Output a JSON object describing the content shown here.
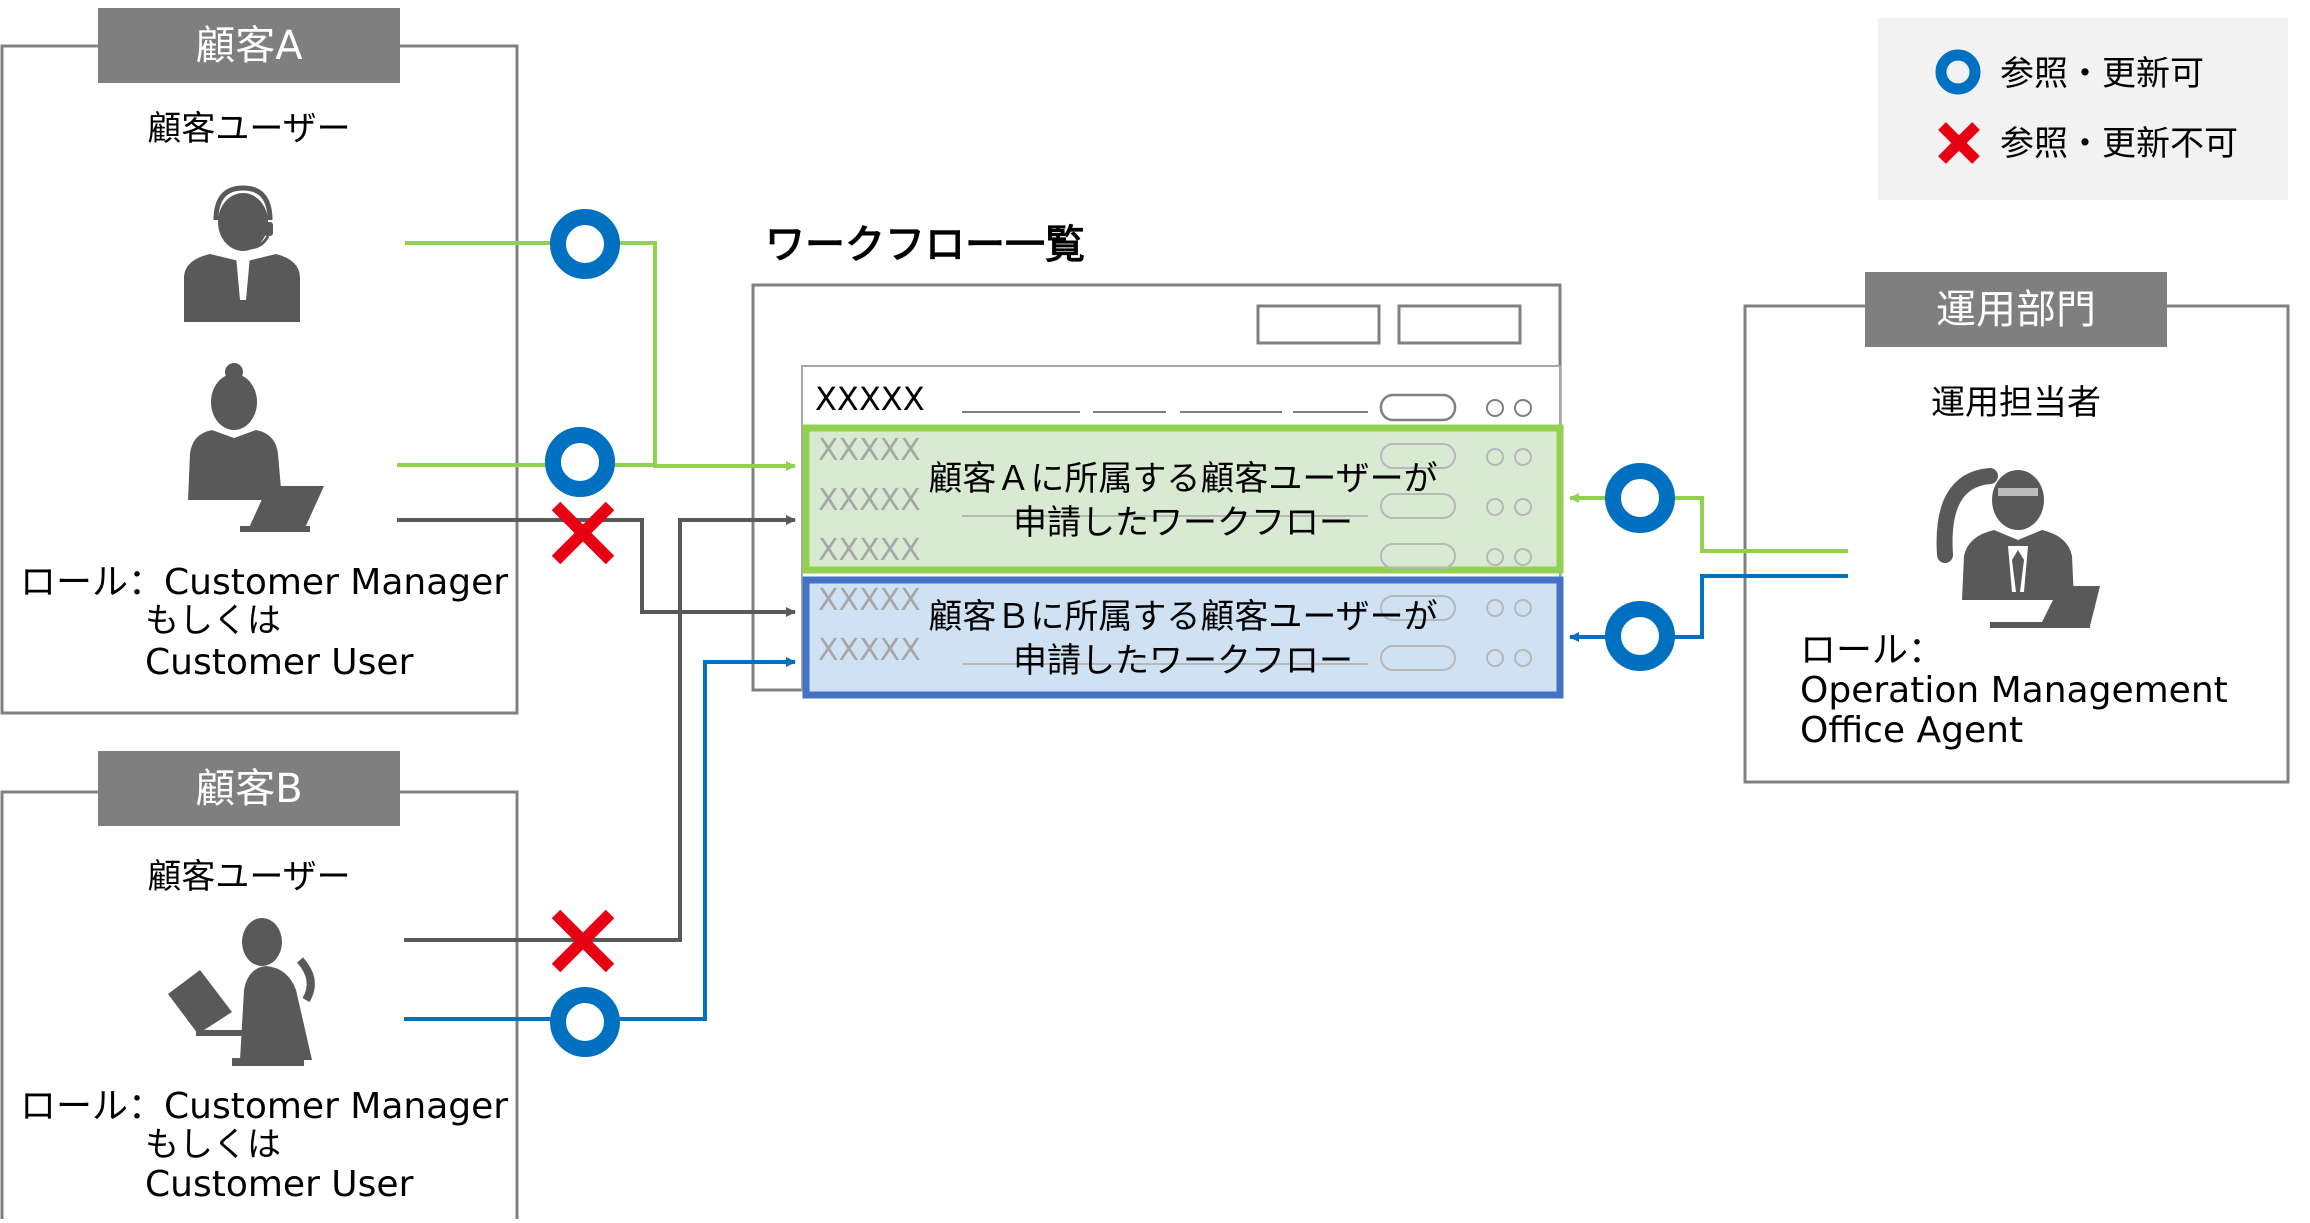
{
  "legend": {
    "ok_label": "参照・更新可",
    "ng_label": "参照・更新不可"
  },
  "customer_a": {
    "tab": "顧客A",
    "user_label": "顧客ユーザー",
    "role_line1": "ロール：Customer Manager",
    "role_line2": "もしくは",
    "role_line3": "Customer User"
  },
  "customer_b": {
    "tab": "顧客B",
    "user_label": "顧客ユーザー",
    "role_line1": "ロール：Customer Manager",
    "role_line2": "もしくは",
    "role_line3": "Customer User"
  },
  "operations": {
    "tab": "運用部門",
    "user_label": "運用担当者",
    "role_line1": "ロール：",
    "role_line2": "Operation Management",
    "role_line3": "Office Agent"
  },
  "workflow": {
    "title": "ワークフロー一覧",
    "header_row": "XXXXX",
    "row_placeholder": "XXXXX",
    "group_a_line1": "顧客Ａに所属する顧客ユーザーが",
    "group_a_line2": "申請したワークフロー",
    "group_b_line1": "顧客Ｂに所属する顧客ユーザーが",
    "group_b_line2": "申請したワークフロー"
  },
  "colors": {
    "green": "#92d050",
    "blue": "#0070c0",
    "blue_frame": "#4472c4",
    "gray_line": "#595959",
    "red": "#e60012",
    "tab_gray": "#7f7f7f",
    "legend_bg": "#f2f2f2",
    "green_fill": "#d9ead3",
    "blue_fill": "#cfe2f3"
  }
}
